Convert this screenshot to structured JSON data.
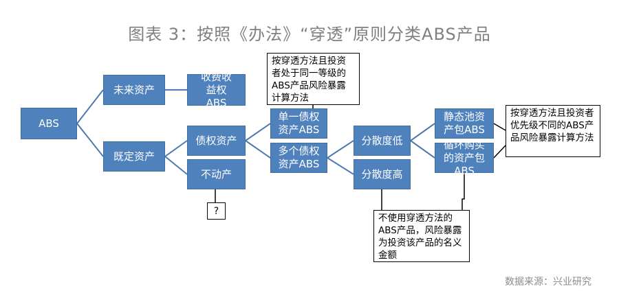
{
  "title": "图表 3：按照《办法》“穿透”原则分类ABS产品",
  "source": "数据来源：兴业研究",
  "nodes": {
    "abs": "ABS",
    "future_assets": "未来资产",
    "existing_assets": "既定资产",
    "fee_income_rights": "收费收益权ABS",
    "debt_assets": "债权资产",
    "real_estate": "不动产",
    "single_debt": "单一债权资产ABS",
    "multi_debt": "多个债权资产ABS",
    "low_dispersion": "分散度低",
    "high_dispersion": "分散度高",
    "static_pool": "静态池资产包ABS",
    "revolving_pool": "循环购买的资产包ABS"
  },
  "notes": {
    "same_tier": "按穿透方法且投资者处于同一等级的ABS产品风险暴露计算方法",
    "diff_priority": "按穿透方法且投资者优先级不同的ABS产品风险暴露计算方法",
    "no_lookthrough": "不使用穿透方法的ABS产品，风险暴露为投资该产品的名义金额",
    "unknown": "?"
  },
  "colors": {
    "node_fill": "#4f81bd",
    "line": "#4a7ab0"
  }
}
